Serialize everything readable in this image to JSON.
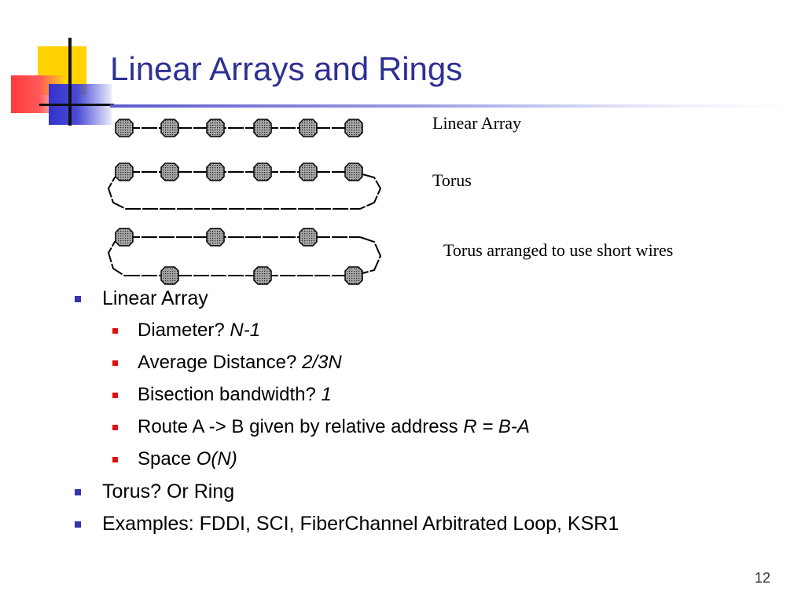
{
  "title": "Linear Arrays and Rings",
  "diagram": {
    "labels": {
      "linear": "Linear Array",
      "torus": "Torus",
      "short_wires": "Torus arranged to use short wires"
    }
  },
  "bullets": [
    {
      "text": "Linear Array",
      "children": [
        {
          "text": "Diameter? ",
          "answer": "N-1"
        },
        {
          "text": "Average Distance? ",
          "answer": "2/3N"
        },
        {
          "text": "Bisection bandwidth? ",
          "answer": "1"
        },
        {
          "text": "Route A -> B given by relative address ",
          "answer": "R = B-A"
        },
        {
          "text": "Space ",
          "answer": "O(N)"
        }
      ]
    },
    {
      "text": "Torus? Or Ring"
    },
    {
      "text": "Examples: FDDI, SCI, FiberChannel Arbitrated Loop, KSR1"
    }
  ],
  "slide_number": "12",
  "colors": {
    "title": "#2e3192",
    "bullet_l1": "#3333aa",
    "bullet_l2": "#e01010"
  }
}
